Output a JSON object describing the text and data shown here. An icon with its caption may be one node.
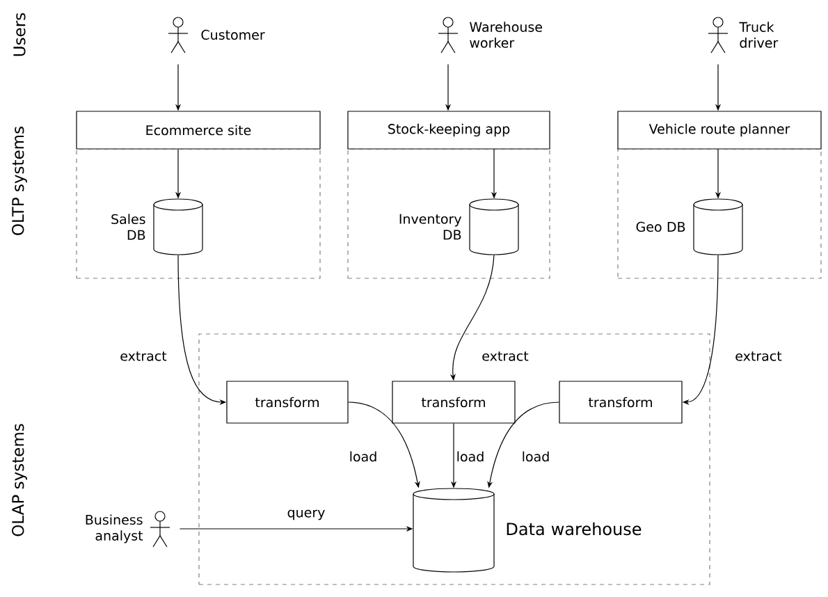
{
  "diagram": {
    "nodes": [
      {
        "text": [],
        "shape": "person",
        "beside": [
          "Customer"
        ]
      },
      {
        "text": [],
        "shape": "person",
        "beside": [
          "Warehouse worker"
        ]
      },
      {
        "text": [],
        "shape": "person",
        "beside": [
          "Truck driver"
        ]
      },
      {
        "text": [
          "Ecommerce site"
        ]
      },
      {
        "text": [
          "Stock-keeping app"
        ]
      },
      {
        "text": [
          "Vehicle route planner"
        ]
      },
      {
        "text": [],
        "shape": "box"
      },
      {
        "text": [],
        "shape": "box"
      },
      {
        "text": [],
        "shape": "box"
      },
      {
        "text": [],
        "shape": "cylinder",
        "in": 6,
        "beside": [
          "Sales DB"
        ]
      },
      {
        "text": [],
        "shape": "cylinder",
        "in": 7,
        "beside": [
          "Inventory DB"
        ]
      },
      {
        "text": [],
        "shape": "cylinder",
        "in": 8,
        "beside": [
          "Geo DB"
        ]
      },
      {
        "text": [],
        "shape": "box"
      },
      {
        "text": [
          "transform"
        ],
        "in": 12
      },
      {
        "text": [
          "transform"
        ],
        "in": 12
      },
      {
        "text": [
          "transform"
        ],
        "in": 12
      },
      {
        "text": [],
        "shape": "cylinder",
        "in": 12,
        "beside": [
          "Data warehouse"
        ]
      },
      {
        "text": [],
        "shape": "person",
        "beside": [
          "Business analyst"
        ]
      }
    ],
    "edges": [
      {
        "from": 0,
        "to": 3,
        "arrow": "to"
      },
      {
        "from": 1,
        "to": 4,
        "arrow": "to"
      },
      {
        "from": 2,
        "to": 5,
        "arrow": "to"
      },
      {
        "from": 3,
        "to": 9,
        "arrow": "to"
      },
      {
        "from": 4,
        "to": 10,
        "arrow": "to"
      },
      {
        "from": 5,
        "to": 11,
        "arrow": "to"
      },
      {
        "from": 9,
        "to": 13,
        "arrow": "to",
        "label": "extract"
      },
      {
        "from": 10,
        "to": 14,
        "arrow": "to",
        "label": "extract"
      },
      {
        "from": 11,
        "to": 15,
        "arrow": "to",
        "label": "extract"
      },
      {
        "from": 13,
        "to": 16,
        "arrow": "to",
        "label": "load"
      },
      {
        "from": 14,
        "to": 16,
        "arrow": "to",
        "label": "load"
      },
      {
        "from": 15,
        "to": 16,
        "arrow": "to",
        "label": "load"
      },
      {
        "from": 17,
        "to": 16,
        "arrow": "to",
        "label": "query"
      }
    ],
    "labels": [
      "Users",
      "OLTP systems",
      "OLAP systems"
    ]
  }
}
